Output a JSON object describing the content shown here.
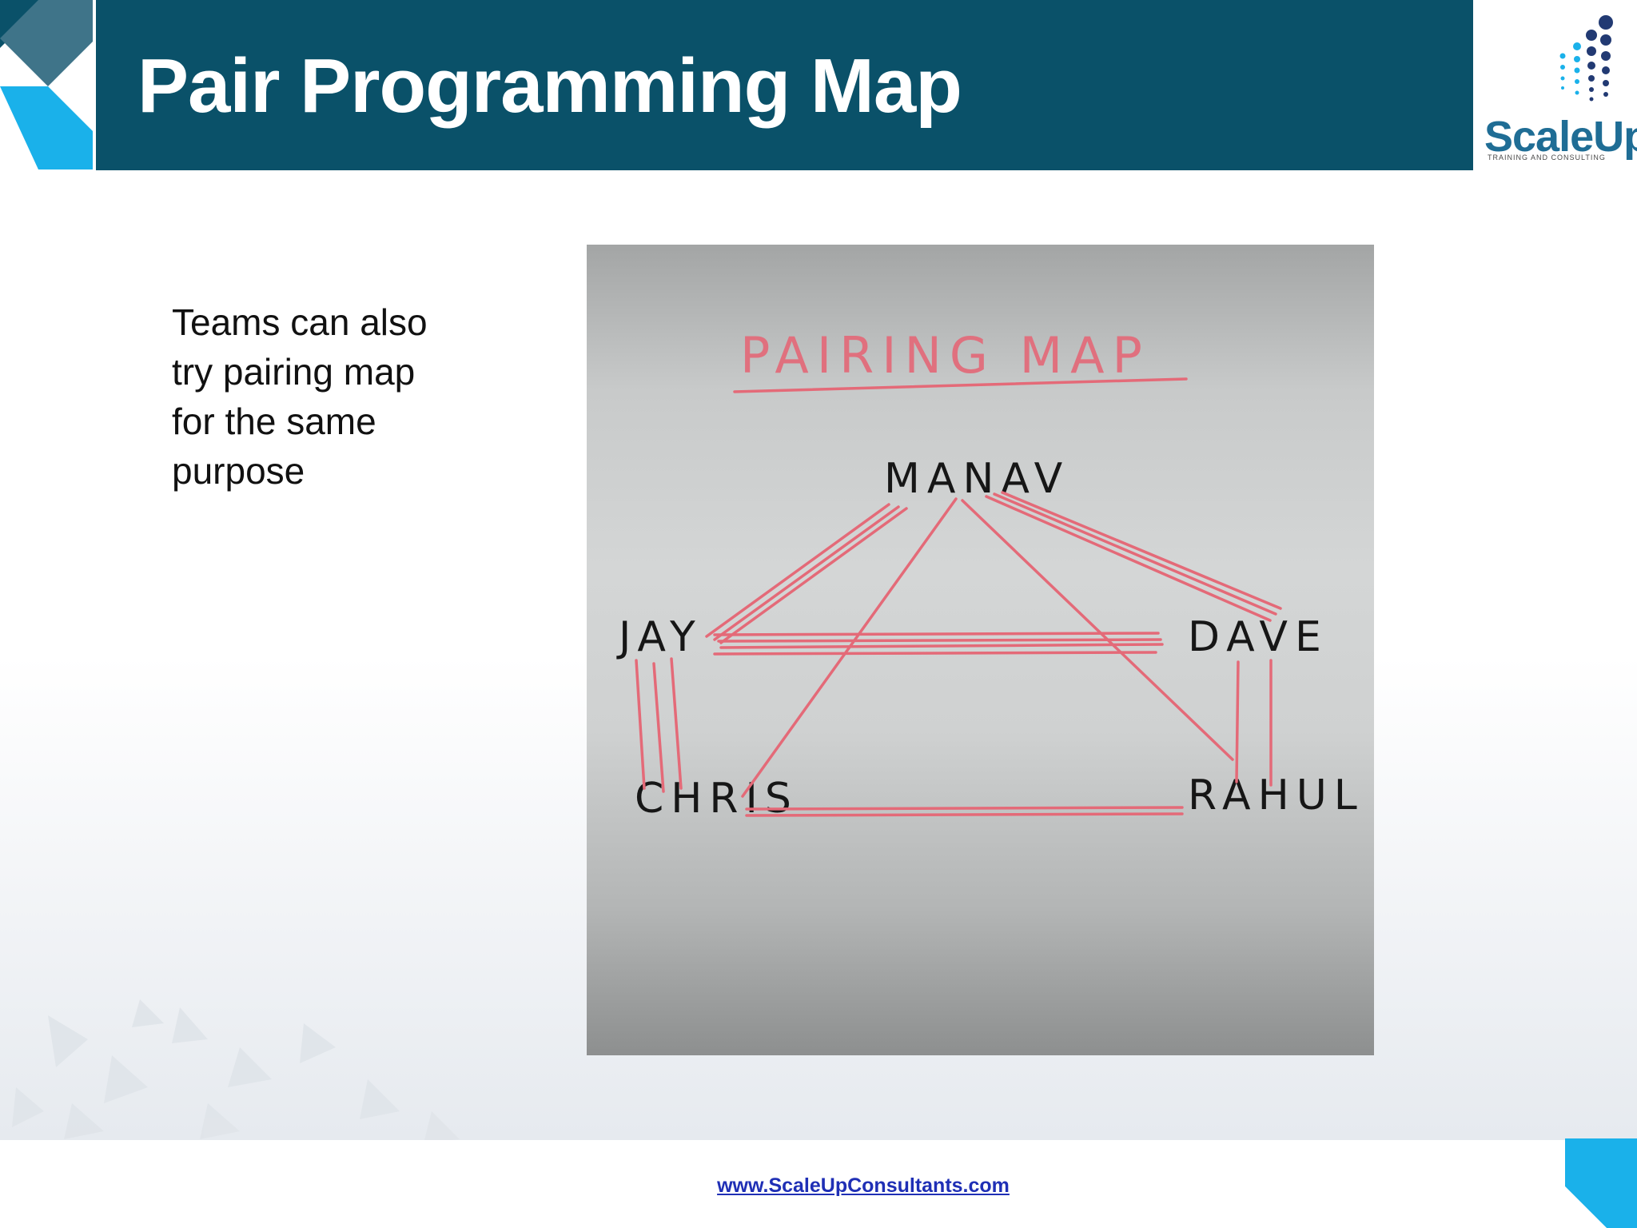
{
  "slide": {
    "title": "Pair Programming Map",
    "body_text": "Teams can also try pairing map for the same purpose",
    "footer_link": "www.ScaleUpConsultants.com"
  },
  "logo": {
    "brand_text": "ScaleUp",
    "tagline": "TRAINING AND CONSULTING"
  },
  "pairing_map": {
    "title": "PAIRING MAP",
    "names": {
      "top": "MANAV",
      "left": "JAY",
      "right": "DAVE",
      "bottom_left": "CHRIS",
      "bottom_right": "RAHUL"
    }
  },
  "colors": {
    "title_bar": "#0a5169",
    "accent_light": "#1ab1ea",
    "accent_dark": "#0a5169",
    "map_ink": "#e46a78",
    "link": "#1f2fb5"
  }
}
